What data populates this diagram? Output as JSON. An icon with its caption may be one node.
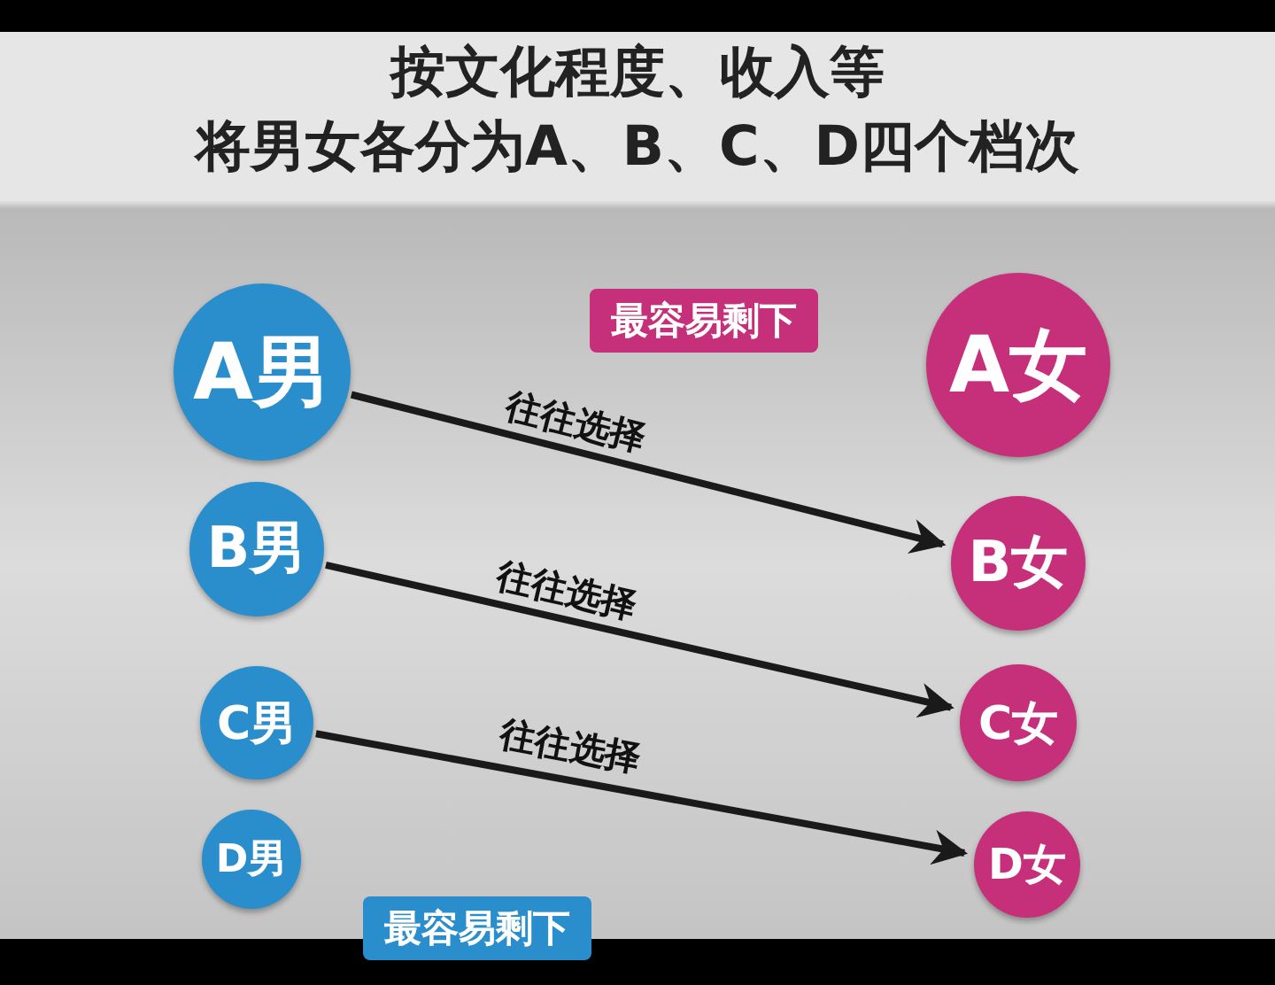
{
  "diagram": {
    "title": "按文化程度、收入等",
    "labels": [
      "将男女各分为A、B、C、D四个档次"
    ],
    "nodes": [
      {
        "text": [
          "A男"
        ]
      },
      {
        "text": [
          "A女"
        ],
        "beside": [
          "最容易剩下"
        ]
      },
      {
        "text": [
          "B男"
        ]
      },
      {
        "text": [
          "B女"
        ]
      },
      {
        "text": [
          "C男"
        ]
      },
      {
        "text": [
          "C女"
        ]
      },
      {
        "text": [
          "D男"
        ],
        "beside": [
          "最容易剩下"
        ]
      },
      {
        "text": [
          "D女"
        ]
      }
    ],
    "edges": [
      {
        "from": 0,
        "to": 3,
        "arrow": "to",
        "label": "往往选择"
      },
      {
        "from": 2,
        "to": 5,
        "arrow": "to",
        "label": "往往选择"
      },
      {
        "from": 4,
        "to": 7,
        "arrow": "to",
        "label": "往往选择"
      }
    ]
  }
}
